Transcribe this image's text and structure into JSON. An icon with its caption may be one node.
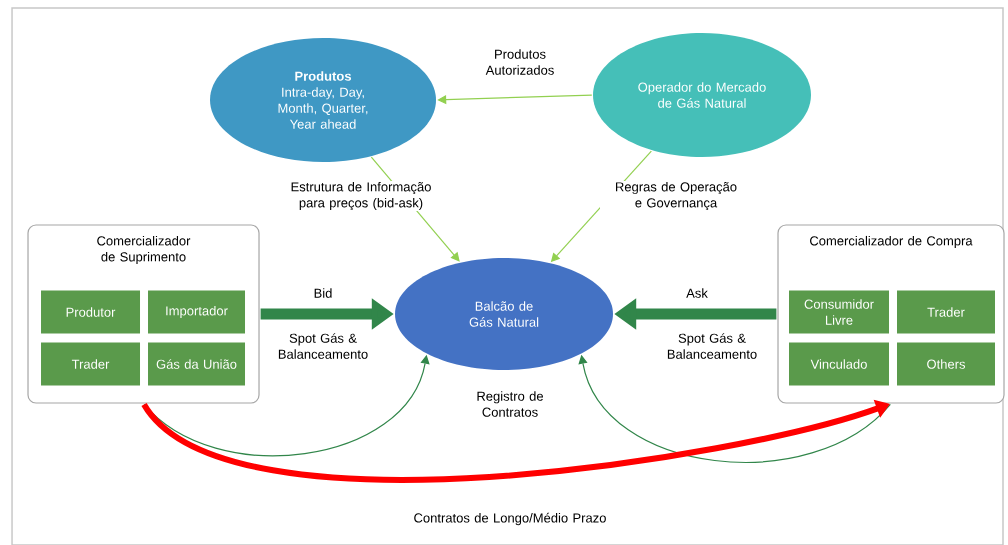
{
  "diagram": {
    "nodes": [
      {
        "text": [
          "Produtos",
          "Intra-day, Day, Month, Quarter, Year ahead"
        ]
      },
      {
        "text": [
          "Operador do Mercado de Gás Natural"
        ]
      },
      {
        "text": [
          "Comercializador de Suprimento"
        ]
      },
      {
        "text": [
          "Produtor"
        ],
        "in": 2
      },
      {
        "text": [
          "Importador"
        ],
        "in": 2
      },
      {
        "text": [
          "Trader"
        ],
        "in": 2
      },
      {
        "text": [
          "Gás da União"
        ],
        "in": 2
      },
      {
        "text": [
          "Balcão de Gás Natural"
        ]
      },
      {
        "text": [
          "Comercializador de Compra"
        ]
      },
      {
        "text": [
          "Consumidor Livre"
        ],
        "in": 8
      },
      {
        "text": [
          "Trader"
        ],
        "in": 8
      },
      {
        "text": [
          "Vinculado"
        ],
        "in": 8
      },
      {
        "text": [
          "Others"
        ],
        "in": 8
      }
    ],
    "edges": [
      {
        "from": 1,
        "to": 0,
        "arrow": "to",
        "label": "Produtos Autorizados",
        "color": "#92d050"
      },
      {
        "from": 0,
        "to": 7,
        "arrow": "to",
        "label": "Estrutura de Informação para preços (bid-ask)",
        "color": "#92d050"
      },
      {
        "from": 1,
        "to": 7,
        "arrow": "to",
        "label": "Regras de Operação e Governança",
        "color": "#92d050"
      },
      {
        "from": 2,
        "to": 7,
        "arrow": "to",
        "label": "Bid",
        "style": "thick",
        "color": "#31864a"
      },
      {
        "from": 8,
        "to": 7,
        "arrow": "to",
        "label": "Ask",
        "style": "thick",
        "color": "#31864a"
      },
      {
        "from": 2,
        "to": 7,
        "arrow": "to",
        "color": "#31864a"
      },
      {
        "from": 8,
        "to": 7,
        "arrow": "to",
        "color": "#31864a"
      },
      {
        "from": 2,
        "to": 8,
        "arrow": "to",
        "label": "Contratos de Longo/Médio Prazo",
        "style": "thick",
        "color": "#ff0000"
      }
    ],
    "labels": [
      "Spot Gás & Balanceamento",
      "Spot Gás & Balanceamento",
      "Registro de Contratos"
    ]
  }
}
